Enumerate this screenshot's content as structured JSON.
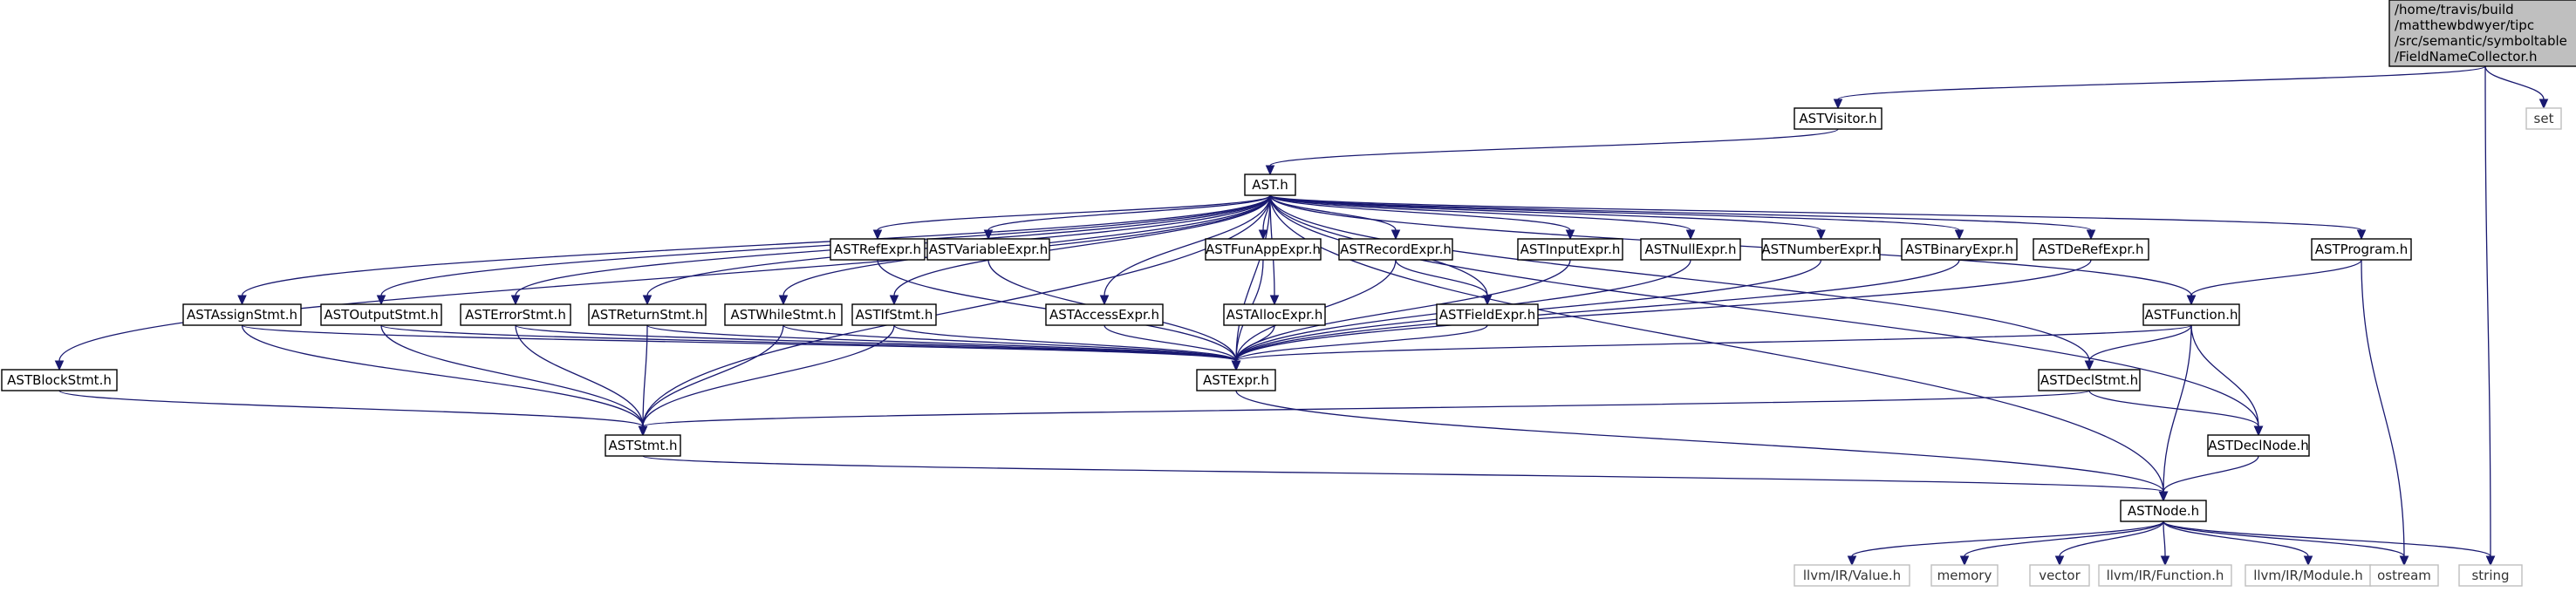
{
  "graph": {
    "colors": {
      "edge": "#191970",
      "root_fill": "#bfbfbf",
      "local_border": "#000000",
      "system_border": "#bfbfbf"
    },
    "nodes": [
      {
        "id": "root",
        "kind": "root",
        "lines": [
          "/home/travis/build",
          "/matthewbdwyer/tipc",
          "/src/semantic/symboltable",
          "/FieldNameCollector.h"
        ]
      },
      {
        "id": "ASTVisitor",
        "kind": "local",
        "lines": [
          "ASTVisitor.h"
        ]
      },
      {
        "id": "set",
        "kind": "system",
        "lines": [
          "set"
        ]
      },
      {
        "id": "AST",
        "kind": "local",
        "lines": [
          "AST.h"
        ]
      },
      {
        "id": "ASTBlockStmt",
        "kind": "local",
        "lines": [
          "ASTBlockStmt.h"
        ]
      },
      {
        "id": "ASTAssignStmt",
        "kind": "local",
        "lines": [
          "ASTAssignStmt.h"
        ]
      },
      {
        "id": "ASTOutputStmt",
        "kind": "local",
        "lines": [
          "ASTOutputStmt.h"
        ]
      },
      {
        "id": "ASTErrorStmt",
        "kind": "local",
        "lines": [
          "ASTErrorStmt.h"
        ]
      },
      {
        "id": "ASTReturnStmt",
        "kind": "local",
        "lines": [
          "ASTReturnStmt.h"
        ]
      },
      {
        "id": "ASTWhileStmt",
        "kind": "local",
        "lines": [
          "ASTWhileStmt.h"
        ]
      },
      {
        "id": "ASTIfStmt",
        "kind": "local",
        "lines": [
          "ASTIfStmt.h"
        ]
      },
      {
        "id": "ASTRefExpr",
        "kind": "local",
        "lines": [
          "ASTRefExpr.h"
        ]
      },
      {
        "id": "ASTVariableExpr",
        "kind": "local",
        "lines": [
          "ASTVariableExpr.h"
        ]
      },
      {
        "id": "ASTAccessExpr",
        "kind": "local",
        "lines": [
          "ASTAccessExpr.h"
        ]
      },
      {
        "id": "ASTAllocExpr",
        "kind": "local",
        "lines": [
          "ASTAllocExpr.h"
        ]
      },
      {
        "id": "ASTFunAppExpr",
        "kind": "local",
        "lines": [
          "ASTFunAppExpr.h"
        ]
      },
      {
        "id": "ASTRecordExpr",
        "kind": "local",
        "lines": [
          "ASTRecordExpr.h"
        ]
      },
      {
        "id": "ASTFieldExpr",
        "kind": "local",
        "lines": [
          "ASTFieldExpr.h"
        ]
      },
      {
        "id": "ASTInputExpr",
        "kind": "local",
        "lines": [
          "ASTInputExpr.h"
        ]
      },
      {
        "id": "ASTNullExpr",
        "kind": "local",
        "lines": [
          "ASTNullExpr.h"
        ]
      },
      {
        "id": "ASTNumberExpr",
        "kind": "local",
        "lines": [
          "ASTNumberExpr.h"
        ]
      },
      {
        "id": "ASTBinaryExpr",
        "kind": "local",
        "lines": [
          "ASTBinaryExpr.h"
        ]
      },
      {
        "id": "ASTDeRefExpr",
        "kind": "local",
        "lines": [
          "ASTDeRefExpr.h"
        ]
      },
      {
        "id": "ASTProgram",
        "kind": "local",
        "lines": [
          "ASTProgram.h"
        ]
      },
      {
        "id": "ASTFunction",
        "kind": "local",
        "lines": [
          "ASTFunction.h"
        ]
      },
      {
        "id": "ASTExpr",
        "kind": "local",
        "lines": [
          "ASTExpr.h"
        ]
      },
      {
        "id": "ASTDeclStmt",
        "kind": "local",
        "lines": [
          "ASTDeclStmt.h"
        ]
      },
      {
        "id": "ASTStmt",
        "kind": "local",
        "lines": [
          "ASTStmt.h"
        ]
      },
      {
        "id": "ASTDeclNode",
        "kind": "local",
        "lines": [
          "ASTDeclNode.h"
        ]
      },
      {
        "id": "ASTNode",
        "kind": "local",
        "lines": [
          "ASTNode.h"
        ]
      },
      {
        "id": "llvmValue",
        "kind": "system",
        "lines": [
          "llvm/IR/Value.h"
        ]
      },
      {
        "id": "memory",
        "kind": "system",
        "lines": [
          "memory"
        ]
      },
      {
        "id": "vector",
        "kind": "system",
        "lines": [
          "vector"
        ]
      },
      {
        "id": "llvmFunction",
        "kind": "system",
        "lines": [
          "llvm/IR/Function.h"
        ]
      },
      {
        "id": "llvmModule",
        "kind": "system",
        "lines": [
          "llvm/IR/Module.h"
        ]
      },
      {
        "id": "ostream",
        "kind": "system",
        "lines": [
          "ostream"
        ]
      },
      {
        "id": "string",
        "kind": "system",
        "lines": [
          "string"
        ]
      }
    ],
    "edges": [
      [
        "root",
        "ASTVisitor"
      ],
      [
        "root",
        "set"
      ],
      [
        "root",
        "string"
      ],
      [
        "ASTVisitor",
        "AST"
      ],
      [
        "AST",
        "ASTBlockStmt"
      ],
      [
        "AST",
        "ASTAssignStmt"
      ],
      [
        "AST",
        "ASTOutputStmt"
      ],
      [
        "AST",
        "ASTErrorStmt"
      ],
      [
        "AST",
        "ASTReturnStmt"
      ],
      [
        "AST",
        "ASTWhileStmt"
      ],
      [
        "AST",
        "ASTIfStmt"
      ],
      [
        "AST",
        "ASTRefExpr"
      ],
      [
        "AST",
        "ASTVariableExpr"
      ],
      [
        "AST",
        "ASTAccessExpr"
      ],
      [
        "AST",
        "ASTAllocExpr"
      ],
      [
        "AST",
        "ASTFunAppExpr"
      ],
      [
        "AST",
        "ASTRecordExpr"
      ],
      [
        "AST",
        "ASTFieldExpr"
      ],
      [
        "AST",
        "ASTInputExpr"
      ],
      [
        "AST",
        "ASTNullExpr"
      ],
      [
        "AST",
        "ASTNumberExpr"
      ],
      [
        "AST",
        "ASTBinaryExpr"
      ],
      [
        "AST",
        "ASTDeRefExpr"
      ],
      [
        "AST",
        "ASTProgram"
      ],
      [
        "AST",
        "ASTFunction"
      ],
      [
        "AST",
        "ASTDeclStmt"
      ],
      [
        "AST",
        "ASTDeclNode"
      ],
      [
        "AST",
        "ASTExpr"
      ],
      [
        "AST",
        "ASTStmt"
      ],
      [
        "AST",
        "ASTNode"
      ],
      [
        "ASTBlockStmt",
        "ASTStmt"
      ],
      [
        "ASTAssignStmt",
        "ASTStmt"
      ],
      [
        "ASTAssignStmt",
        "ASTExpr"
      ],
      [
        "ASTOutputStmt",
        "ASTStmt"
      ],
      [
        "ASTOutputStmt",
        "ASTExpr"
      ],
      [
        "ASTErrorStmt",
        "ASTStmt"
      ],
      [
        "ASTErrorStmt",
        "ASTExpr"
      ],
      [
        "ASTReturnStmt",
        "ASTStmt"
      ],
      [
        "ASTReturnStmt",
        "ASTExpr"
      ],
      [
        "ASTWhileStmt",
        "ASTStmt"
      ],
      [
        "ASTWhileStmt",
        "ASTExpr"
      ],
      [
        "ASTIfStmt",
        "ASTStmt"
      ],
      [
        "ASTIfStmt",
        "ASTExpr"
      ],
      [
        "ASTRefExpr",
        "ASTExpr"
      ],
      [
        "ASTVariableExpr",
        "ASTExpr"
      ],
      [
        "ASTAccessExpr",
        "ASTExpr"
      ],
      [
        "ASTAllocExpr",
        "ASTExpr"
      ],
      [
        "ASTFunAppExpr",
        "ASTExpr"
      ],
      [
        "ASTRecordExpr",
        "ASTExpr"
      ],
      [
        "ASTRecordExpr",
        "ASTFieldExpr"
      ],
      [
        "ASTFieldExpr",
        "ASTExpr"
      ],
      [
        "ASTInputExpr",
        "ASTExpr"
      ],
      [
        "ASTNullExpr",
        "ASTExpr"
      ],
      [
        "ASTNumberExpr",
        "ASTExpr"
      ],
      [
        "ASTBinaryExpr",
        "ASTExpr"
      ],
      [
        "ASTDeRefExpr",
        "ASTExpr"
      ],
      [
        "ASTProgram",
        "ASTFunction"
      ],
      [
        "ASTProgram",
        "ostream"
      ],
      [
        "ASTFunction",
        "ASTExpr"
      ],
      [
        "ASTFunction",
        "ASTDeclStmt"
      ],
      [
        "ASTFunction",
        "ASTDeclNode"
      ],
      [
        "ASTFunction",
        "ASTNode"
      ],
      [
        "ASTDeclStmt",
        "ASTStmt"
      ],
      [
        "ASTDeclStmt",
        "ASTDeclNode"
      ],
      [
        "ASTExpr",
        "ASTNode"
      ],
      [
        "ASTStmt",
        "ASTNode"
      ],
      [
        "ASTDeclNode",
        "ASTNode"
      ],
      [
        "ASTNode",
        "llvmValue"
      ],
      [
        "ASTNode",
        "memory"
      ],
      [
        "ASTNode",
        "vector"
      ],
      [
        "ASTNode",
        "llvmFunction"
      ],
      [
        "ASTNode",
        "llvmModule"
      ],
      [
        "ASTNode",
        "ostream"
      ],
      [
        "ASTNode",
        "string"
      ]
    ]
  }
}
